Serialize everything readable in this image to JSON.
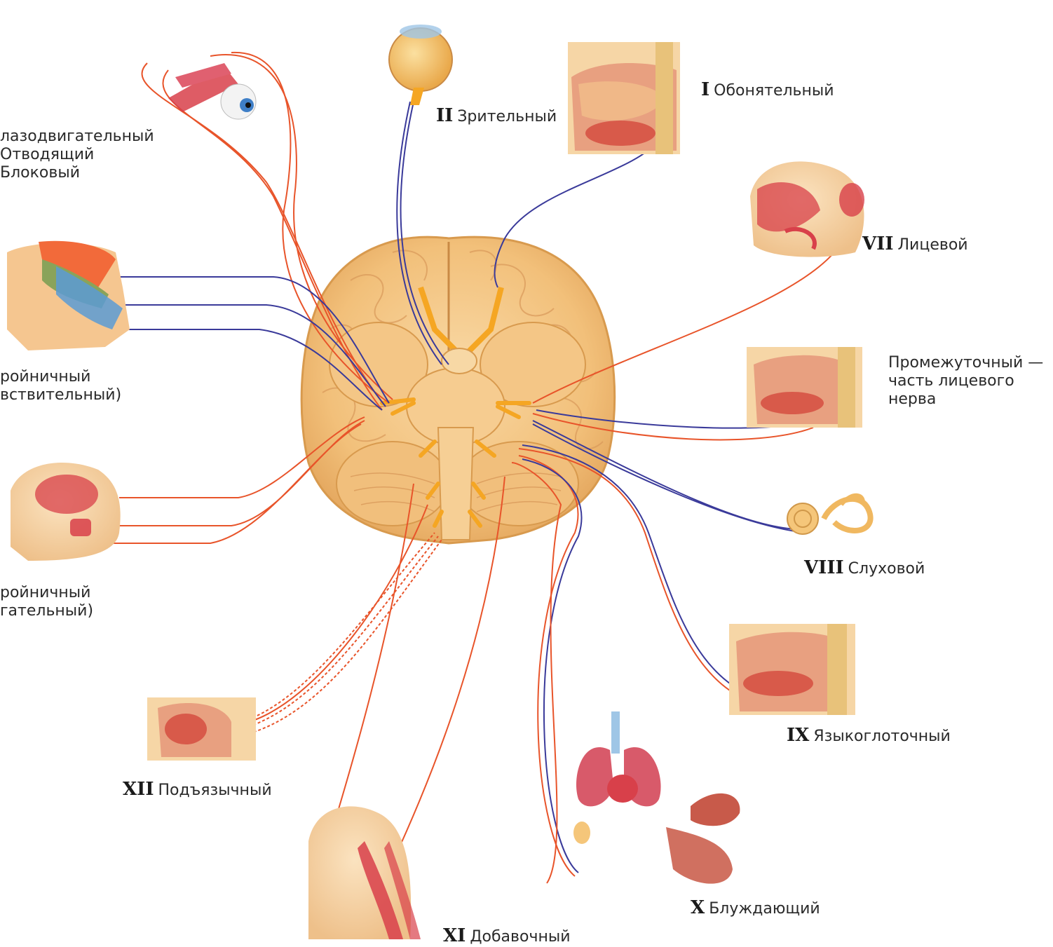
{
  "colors": {
    "brain": "#f2c07a",
    "brain_dark": "#d99a4e",
    "nerve": "#f5a623",
    "motor_line": "#e8542a",
    "sensory_line": "#3a3a9a",
    "muscle": "#d8404a",
    "skin": "#f5cf9f"
  },
  "labels": {
    "olfactory": {
      "numeral": "I",
      "name": "Обонятельный"
    },
    "optic": {
      "numeral": "II",
      "name": "Зрительный"
    },
    "oculomotor": {
      "lines": [
        "лазодвигательный",
        "Отводящий",
        "Блоковый"
      ]
    },
    "trigeminal_sensory": {
      "lines": [
        "ройничный",
        "вствительный)"
      ]
    },
    "trigeminal_motor": {
      "lines": [
        "ройничный",
        "гательный)"
      ]
    },
    "facial": {
      "numeral": "VII",
      "name": "Лицевой"
    },
    "intermediate": {
      "lines": [
        "Промежуточный —",
        "часть лицевого",
        "нерва"
      ]
    },
    "vestibulocochlear": {
      "numeral": "VIII",
      "name": "Слуховой"
    },
    "glossopharyngeal": {
      "numeral": "IX",
      "name": "Языкоглоточный"
    },
    "vagus": {
      "numeral": "X",
      "name": "Блуждающий"
    },
    "accessory": {
      "numeral": "XI",
      "name": "Добавочный"
    },
    "hypoglossal": {
      "numeral": "XII",
      "name": "Подъязычный"
    }
  }
}
